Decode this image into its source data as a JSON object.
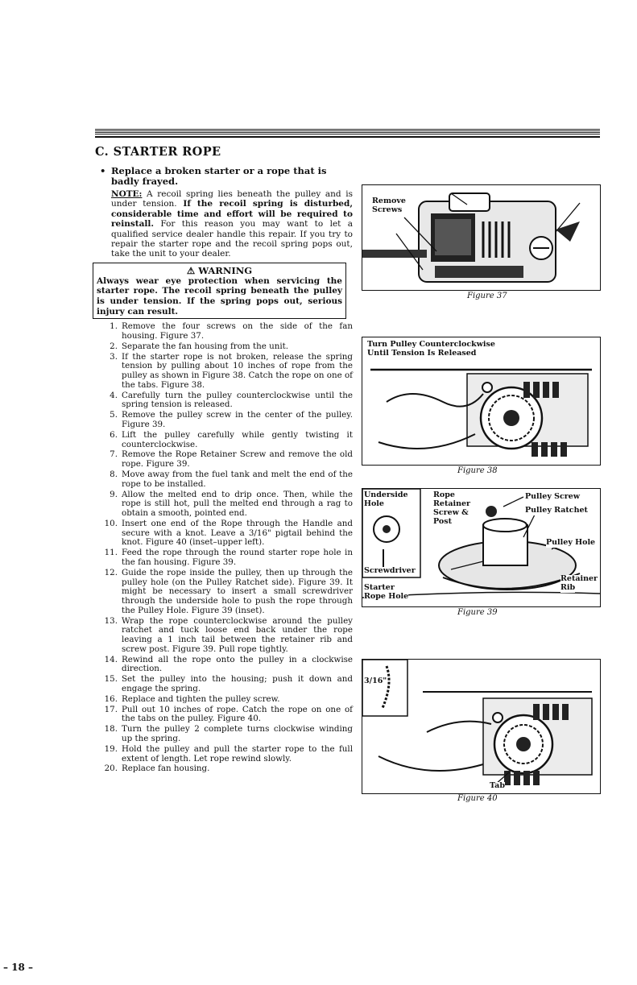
{
  "section_title": "C. STARTER ROPE",
  "bullet": "Replace a broken starter or a rope that is badly frayed.",
  "note": {
    "label": "NOTE:",
    "text1": " A recoil spring lies beneath the pulley and is under tension. ",
    "bold": "If the recoil spring is disturbed, considerable time and effort will be required to reinstall.",
    "text2": " For this reason you may want to let a qualified service dealer handle this repair. If you try to repair the starter rope and the recoil spring pops out, take the unit to your dealer."
  },
  "warning": {
    "title": "⚠ WARNING",
    "text": "Always wear eye protection when servicing the starter rope. The recoil spring beneath the pulley is under tension. If the spring pops out, serious injury can result."
  },
  "steps": [
    {
      "num": "1.",
      "text": "Remove the four screws on the side of the fan housing. Figure 37."
    },
    {
      "num": "2.",
      "text": "Separate the fan housing from the unit."
    },
    {
      "num": "3.",
      "text": "If the starter rope is not broken, release the spring tension by pulling about 10 inches of rope from the pulley as shown in Figure 38. Catch the rope on one of the tabs. Figure 38."
    },
    {
      "num": "4.",
      "text": "Carefully turn the pulley counterclockwise until the spring tension is released."
    },
    {
      "num": "5.",
      "text": "Remove the pulley screw in the center of the pulley. Figure 39."
    },
    {
      "num": "6.",
      "text": "Lift the pulley carefully while gently twisting it counterclockwise."
    },
    {
      "num": "7.",
      "text": "Remove the Rope Retainer Screw and remove the old rope. Figure 39."
    },
    {
      "num": "8.",
      "text": "Move away from the fuel tank and melt the end of the rope to be installed."
    },
    {
      "num": "9.",
      "text": "Allow the melted end to drip once. Then, while the rope is still hot, pull the melted end through a rag to obtain a smooth, pointed end."
    },
    {
      "num": "10.",
      "text": "Insert one end of the Rope through the Handle and secure with a knot. Leave a 3/16\" pigtail behind the knot. Figure 40 (inset–upper left)."
    },
    {
      "num": "11.",
      "text": "Feed the rope through the round starter rope hole in the fan housing. Figure 39."
    },
    {
      "num": "12.",
      "text": "Guide the rope inside the pulley, then up through the pulley hole (on the Pulley Ratchet side). Figure 39. It might be necessary to insert a small screwdriver through the underside hole to push the rope through the Pulley Hole. Figure 39 (inset)."
    },
    {
      "num": "13.",
      "text": "Wrap the rope counterclockwise around the pulley ratchet and tuck loose end back under the rope leaving a 1 inch tail between the retainer rib and screw post. Figure 39. Pull rope tightly."
    },
    {
      "num": "14.",
      "text": "Rewind all the rope onto the pulley in a clockwise direction."
    },
    {
      "num": "15.",
      "text": "Set the pulley into the housing; push it down and engage the spring."
    },
    {
      "num": "16.",
      "text": "Replace and tighten the pulley screw."
    },
    {
      "num": "17.",
      "text": "Pull out 10 inches of rope. Catch the rope on one of the tabs on the pulley. Figure 40."
    },
    {
      "num": "18.",
      "text": "Turn the pulley 2 complete turns clockwise winding up the spring."
    },
    {
      "num": "19.",
      "text": "Hold the pulley and pull the starter rope to the full extent of length. Let rope rewind slowly."
    },
    {
      "num": "20.",
      "text": "Replace fan housing."
    }
  ],
  "page_number": "– 18 –",
  "figures": {
    "fig37": {
      "caption": "Figure 37",
      "label_remove": "Remove",
      "label_screws": "Screws"
    },
    "fig38": {
      "caption": "Figure 38",
      "label_line1": "Turn Pulley Counterclockwise",
      "label_line2": "Until Tension Is Released"
    },
    "fig39": {
      "caption": "Figure 39",
      "underside": "Underside",
      "hole": "Hole",
      "screwdriver": "Screwdriver",
      "rope_retainer": "Rope",
      "retainer": "Retainer",
      "screw_and": "Screw &",
      "post": "Post",
      "pulley_screw": "Pulley Screw",
      "pulley_ratchet": "Pulley Ratchet",
      "pulley_hole": "Pulley Hole",
      "retainer_rib1": "Retainer",
      "retainer_rib2": "Rib",
      "starter": "Starter",
      "rope_hole": "Rope Hole"
    },
    "fig40": {
      "caption": "Figure 40",
      "pigtail": "3/16\"",
      "tab": "Tab"
    }
  }
}
